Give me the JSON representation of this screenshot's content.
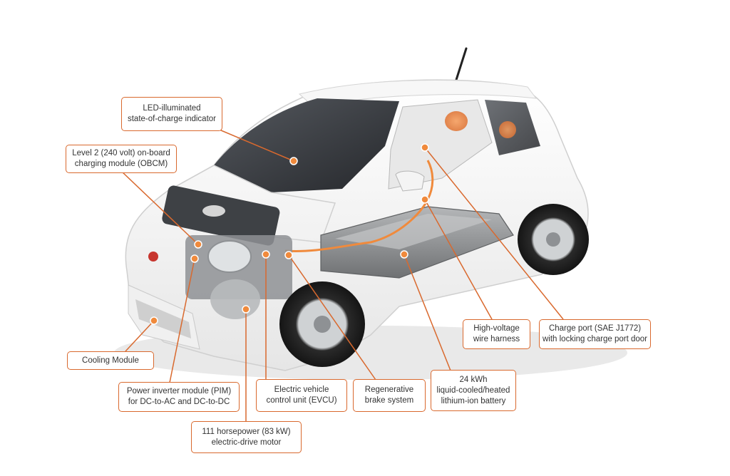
{
  "colors": {
    "accent": "#d9692e",
    "car_body": "#f2f2f2",
    "glass": "#3a3d42",
    "battery": "#8d8f91",
    "highlight": "#f08a3c"
  },
  "callouts": {
    "led_indicator": {
      "line1": "LED-illuminated",
      "line2": "state-of-charge indicator"
    },
    "obcm": {
      "line1": "Level 2 (240 volt) on-board",
      "line2": "charging module (OBCM)"
    },
    "cooling": {
      "line1": "Cooling Module"
    },
    "pim": {
      "line1": "Power inverter module (PIM)",
      "line2": "for DC-to-AC and DC-to-DC"
    },
    "motor": {
      "line1": "111 horsepower (83 kW)",
      "line2": "electric-drive motor"
    },
    "evcu": {
      "line1": "Electric vehicle",
      "line2": "control unit (EVCU)"
    },
    "brake": {
      "line1": "Regenerative",
      "line2": "brake system"
    },
    "battery": {
      "line1": "24 kWh",
      "line2": "liquid-cooled/heated",
      "line3": "lithium-ion battery"
    },
    "harness": {
      "line1": "High-voltage",
      "line2": "wire harness"
    },
    "charge_port": {
      "line1": "Charge port (SAE J1772)",
      "line2": "with locking charge port door"
    }
  }
}
